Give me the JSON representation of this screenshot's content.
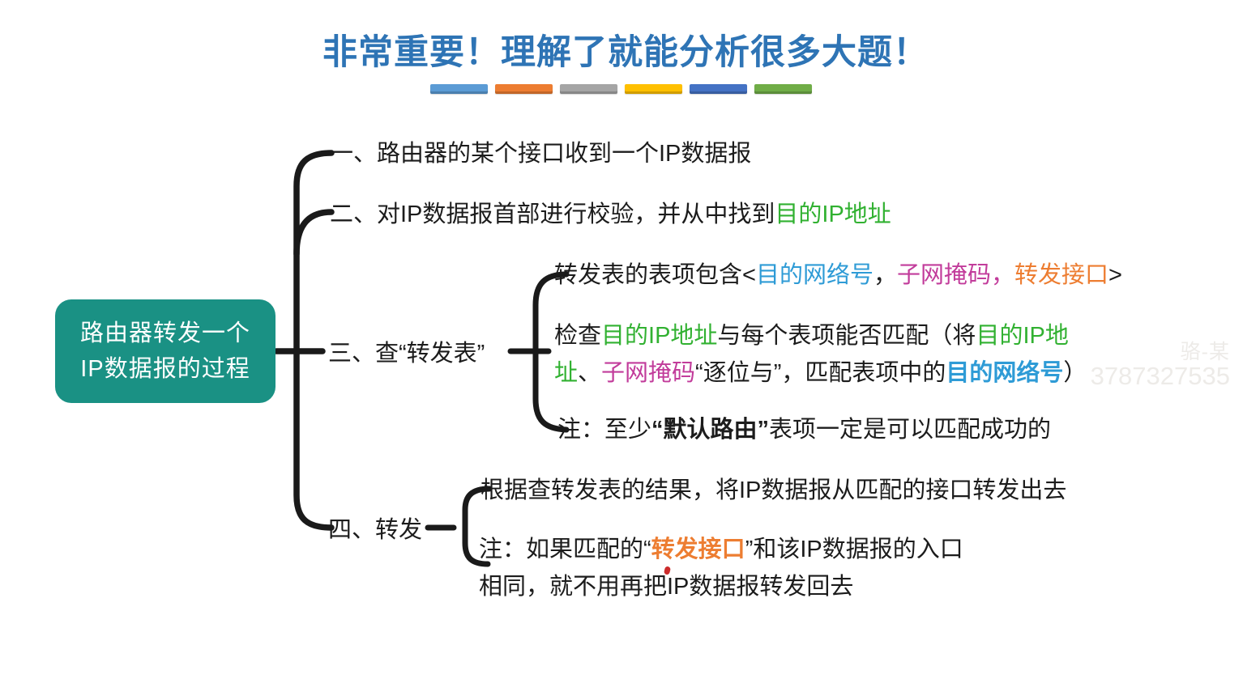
{
  "title": {
    "text": "非常重要！理解了就能分析很多大题！"
  },
  "palette": {
    "title_blue": "#2E74B5",
    "teal": "#1A9184",
    "text": "#1C1C1C",
    "line": "#1A1A1A",
    "green": "#31B131",
    "blue": "#2E9BD6",
    "magenta": "#C23C9B",
    "orange": "#ED7D31",
    "watermark": "#EDEBE8",
    "red_mark": "#CC2B2B"
  },
  "legend_bars": {
    "colors": [
      "#5B9BD5",
      "#ED7D31",
      "#A5A5A5",
      "#FFC000",
      "#4472C4",
      "#70AD47"
    ]
  },
  "root_node": {
    "line1": "路由器转发一个",
    "line2": "IP数据报的过程"
  },
  "branches": {
    "one": {
      "text": "一、路由器的某个接口收到一个IP数据报"
    },
    "two": {
      "prefix": "二、对IP数据报首部进行校验，并从中找到",
      "highlight": "目的IP地址"
    },
    "three": {
      "label": "三、查“转发表”",
      "entry_format": {
        "s1": "转发表的表项包含<",
        "s2": "目的网络号",
        "s3": "，",
        "s4": "子网掩码",
        "s5": "，",
        "s6": "转发接口",
        "s7": ">"
      },
      "match_rule": {
        "l1s1": "检查",
        "l1s2": "目的IP地址",
        "l1s3": "与每个表项能否匹配（将",
        "l1s4": "目的IP地",
        "l2s1": "址",
        "l2s2": "、",
        "l2s3": "子网掩码",
        "l2s4": "“逐位与”，匹配表项中的",
        "l2s5": "目的网络号",
        "l2s6": "）"
      },
      "note": {
        "s1": "注：至少",
        "s2": "“默认路由”",
        "s3": "表项一定是可以匹配成功的"
      }
    },
    "four": {
      "label": "四、转发",
      "action": "根据查转发表的结果，将IP数据报从匹配的接口转发出去",
      "note": {
        "l1s1": "注：如果匹配的“",
        "l1s2": "转发接口",
        "l1s3": "”和该IP数据报的入口",
        "l2": "相同，就不用再把IP数据报转发回去"
      }
    }
  },
  "watermark": {
    "line1": "骆-某",
    "line2": "3787327535"
  }
}
